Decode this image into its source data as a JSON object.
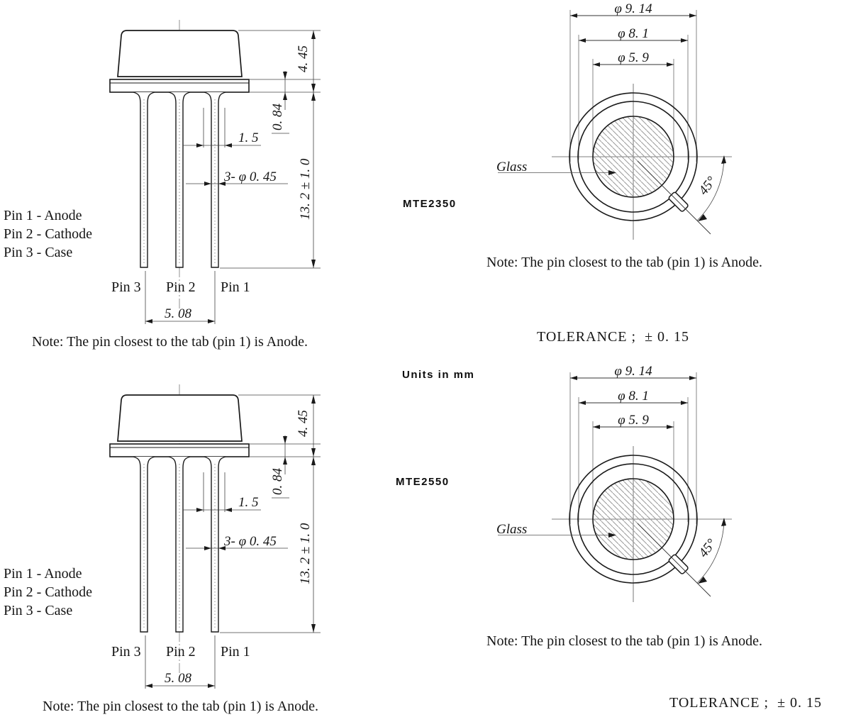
{
  "colors": {
    "ink": "#1a1a1a",
    "thin_line": "#555555",
    "hatch": "#9a9a9a",
    "background": "#ffffff"
  },
  "side_view": {
    "dims": {
      "cap_height": "4. 45",
      "flange_thickness": "0. 84",
      "lead_root_width": "1. 5",
      "lead_diameter": "3- φ 0. 45",
      "lead_length": "13. 2 ± 1. 0",
      "lead_span": "5. 08"
    },
    "pin_labels": [
      "Pin 3",
      "Pin 2",
      "Pin 1"
    ],
    "pin_functions": [
      "Pin 1 - Anode",
      "Pin 2 - Cathode",
      "Pin 3 - Case"
    ],
    "note": "Note: The pin closest to the tab (pin 1) is Anode."
  },
  "top_view": {
    "dims": {
      "outer_diameter": "φ 9. 14",
      "case_diameter": "φ 8. 1",
      "glass_diameter": "φ 5. 9",
      "tab_angle": "45°"
    },
    "glass_label": "Glass",
    "note": "Note: The pin closest to the tab (pin 1) is Anode."
  },
  "labels": {
    "model_top": "MTE2350",
    "model_bottom": "MTE2550",
    "units": "Units in mm",
    "tolerance": "TOLERANCE ;  ± 0. 15"
  }
}
